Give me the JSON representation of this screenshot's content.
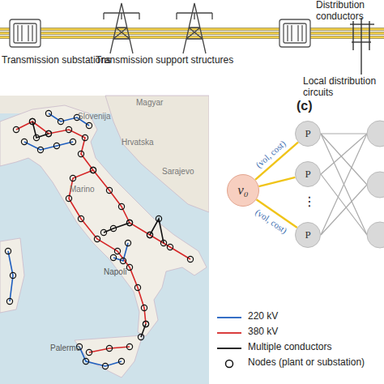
{
  "diagram": {
    "nodes": [
      {
        "text": [
          "v₀"
        ]
      },
      {
        "text": [
          "P"
        ]
      },
      {
        "text": [
          "P"
        ]
      },
      {
        "text": [
          "P"
        ]
      }
    ],
    "edges": [
      {
        "from": 0,
        "to": 1,
        "arrow": "none",
        "label": "(vol, cost)"
      },
      {
        "from": 0,
        "to": 2,
        "arrow": "none"
      },
      {
        "from": 0,
        "to": 3,
        "arrow": "none",
        "label": "(vol, cost)"
      }
    ],
    "labels": [
      "Transmission substations",
      "Transmission support structures",
      "Distribution conductors",
      "Local distribution circuits",
      "Magyar",
      "Slovenija",
      "Hrvatska",
      "Sarajevo",
      "Marino",
      "Napoli",
      "Palermo",
      "(c)",
      "⋮"
    ],
    "legend": [
      {
        "text": "220 kV"
      },
      {
        "text": "380 kV"
      },
      {
        "text": "Multiple conductors"
      },
      {
        "text": "Nodes (plant or substation)"
      }
    ]
  }
}
